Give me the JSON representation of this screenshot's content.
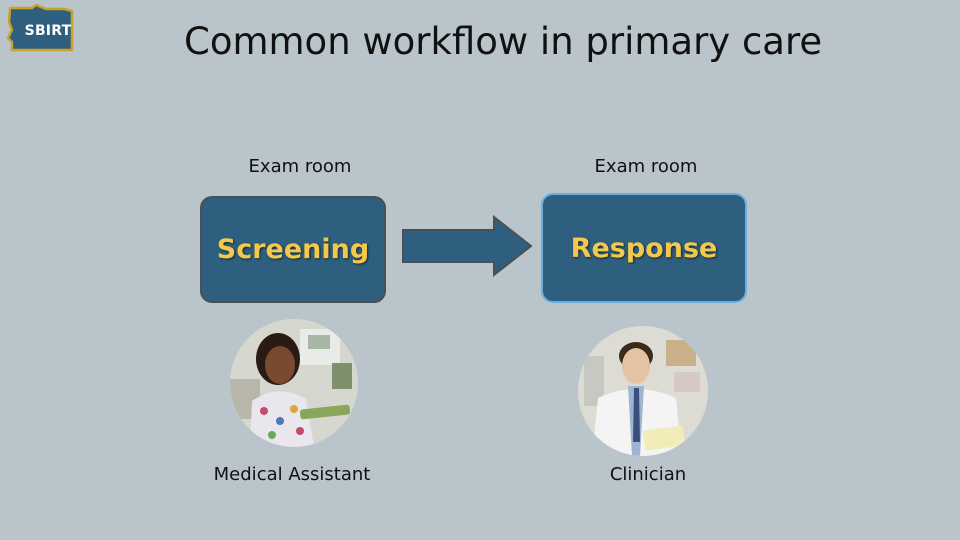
{
  "logo": {
    "text": "SBIRT"
  },
  "title": "Common workflow in primary care",
  "stages": [
    {
      "location": "Exam room",
      "step": "Screening",
      "role": "Medical Assistant"
    },
    {
      "location": "Exam room",
      "step": "Response",
      "role": "Clinician"
    }
  ],
  "colors": {
    "background": "#b9c5ca",
    "box_fill": "#2e5f7e",
    "box_text": "#f4c84a",
    "logo_fill": "#2e5f7e",
    "logo_border": "#c9a227"
  }
}
